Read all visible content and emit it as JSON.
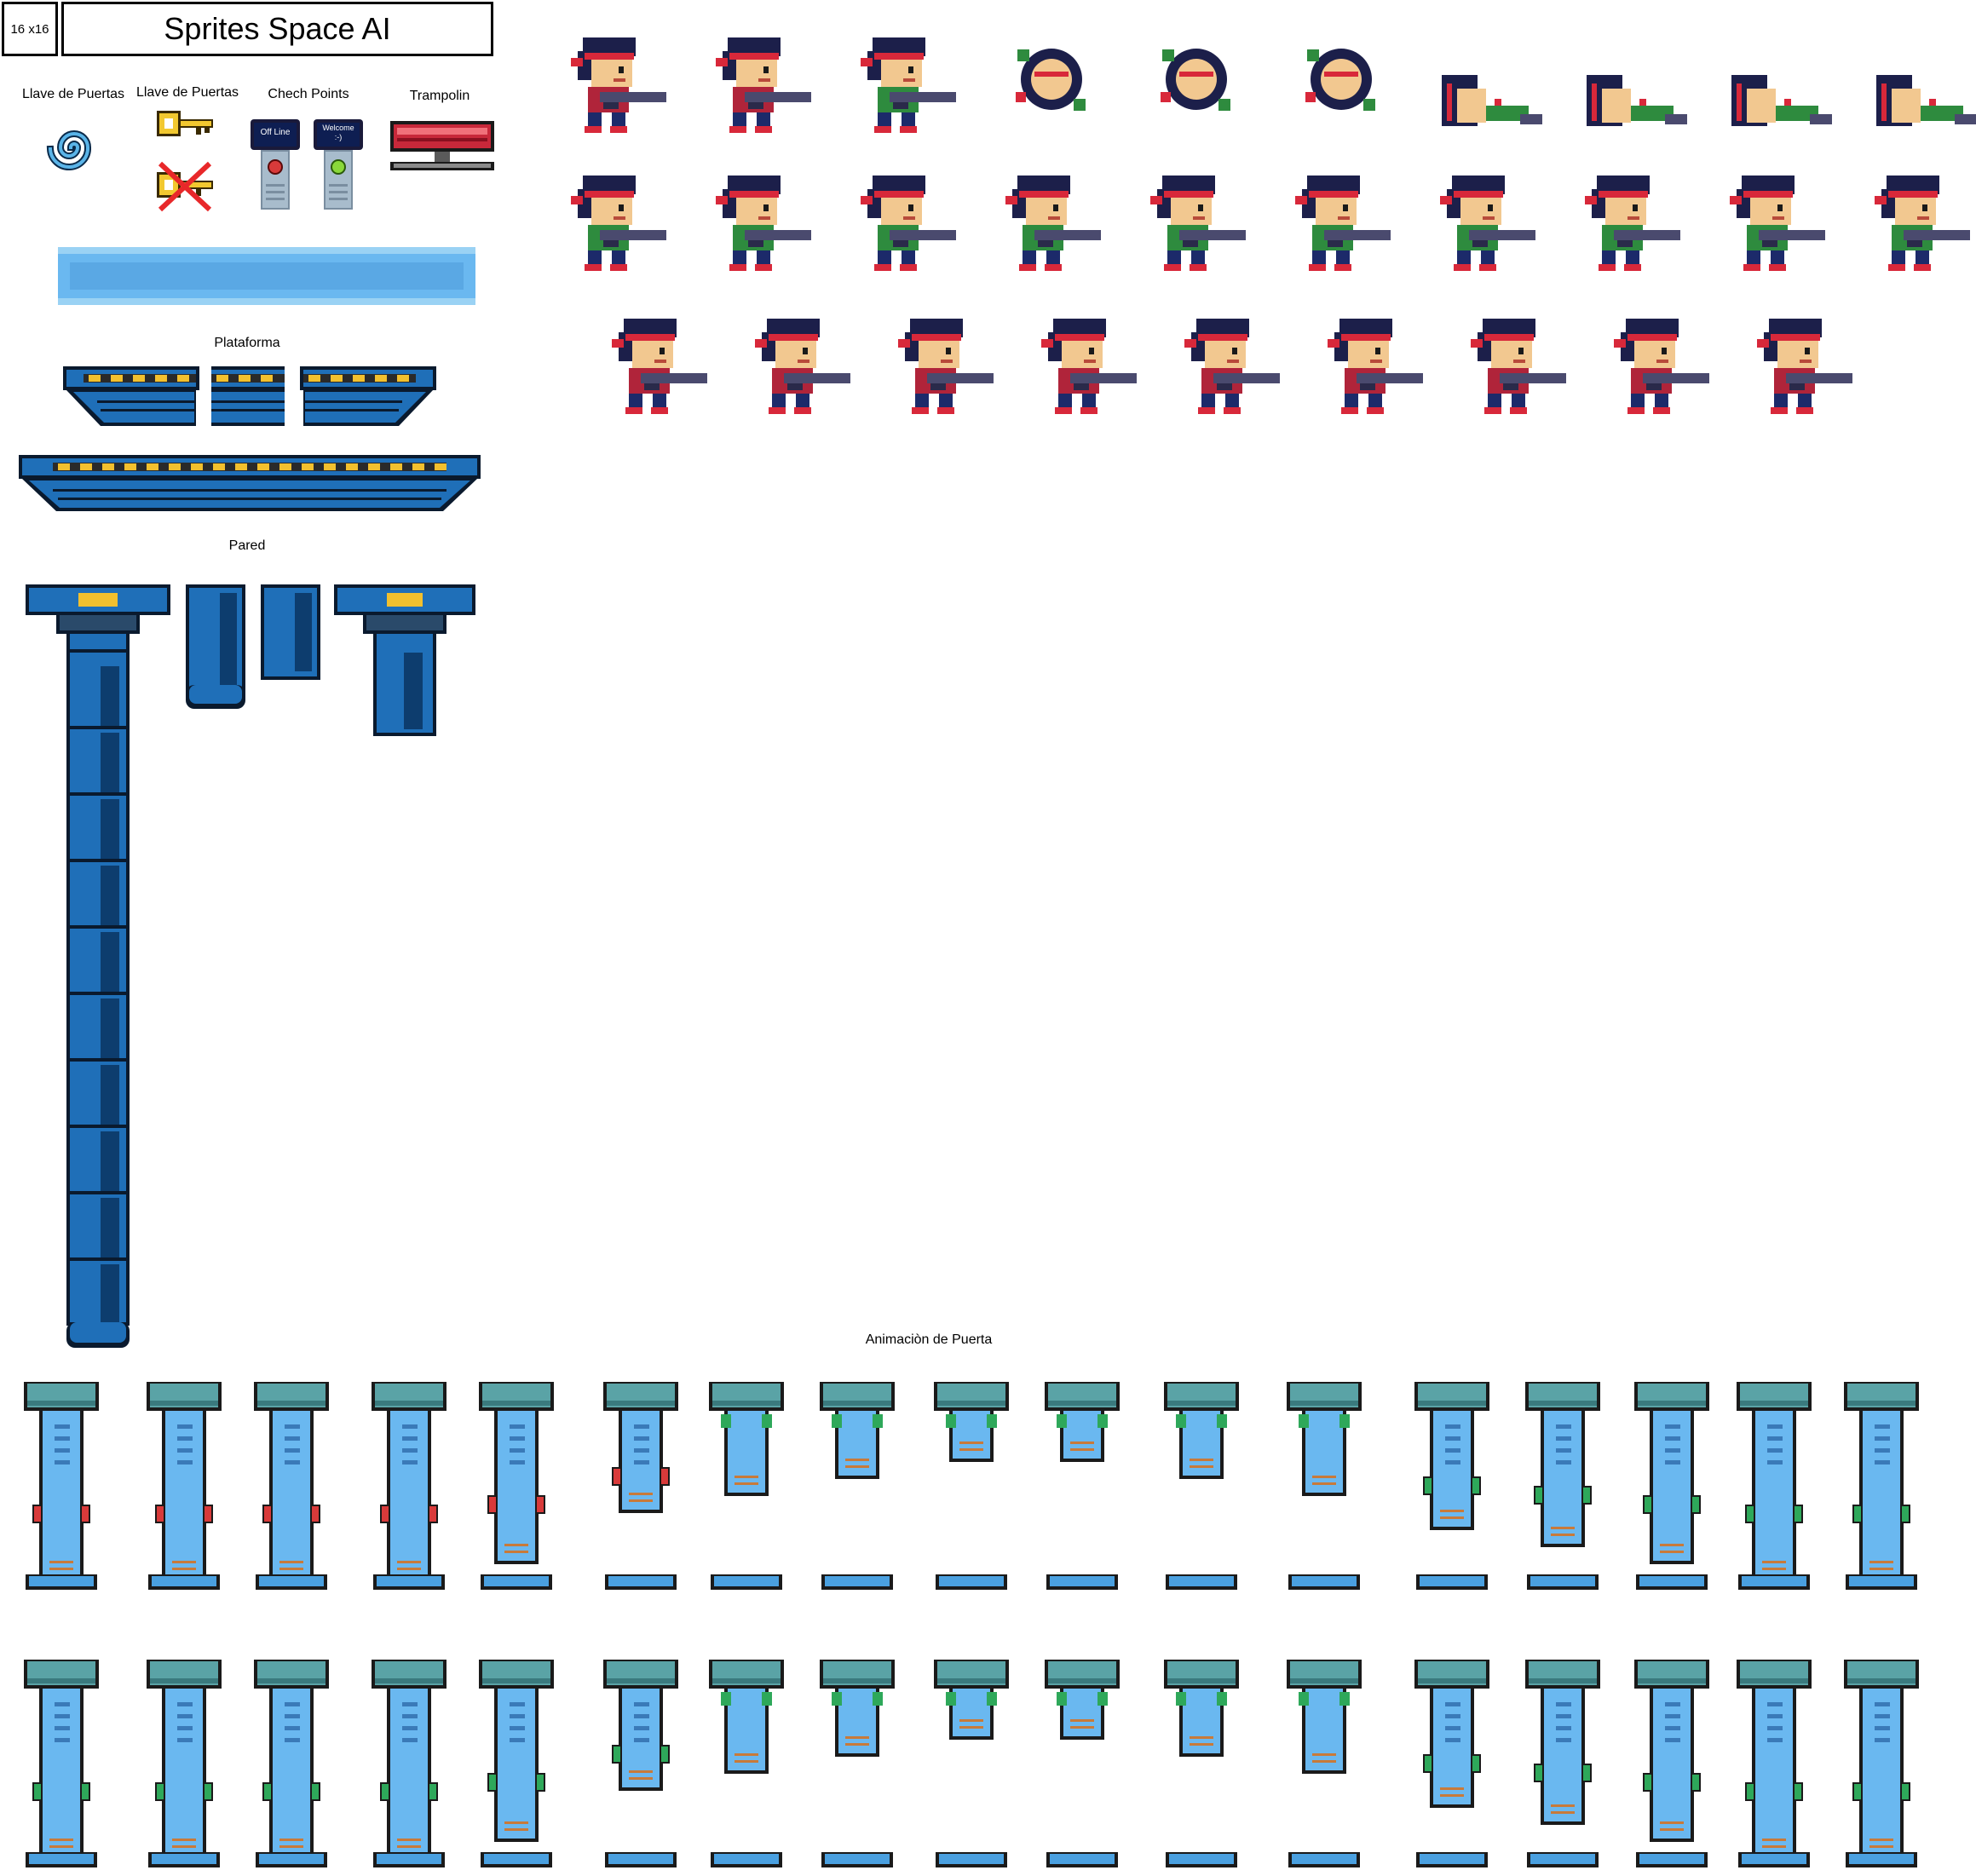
{
  "sheet": {
    "size_label": "16 x16",
    "title": "Sprites Space AI"
  },
  "labels": {
    "key_blue": "Llave de Puertas",
    "key_gold": "Llave de Puertas",
    "checkpoints": "Chech Points",
    "trampoline": "Trampolin",
    "platform": "Plataforma",
    "wall": "Pared",
    "door_animation": "Animaciòn de Puerta"
  },
  "checkpoints": {
    "offline_text": "Off Line",
    "welcome_text": "Welcome",
    "welcome_smiley": ":-)"
  },
  "colors": {
    "hair": "#1c1f4a",
    "headband": "#d8283a",
    "skin": "#f2c890",
    "shirt_green": "#2e8b3e",
    "shirt_red": "#b0243a",
    "gun": "#4a4a6e",
    "wall_blue": "#1f6fb8",
    "wall_dark": "#0d3d6e",
    "door_teal": "#5aa3a6",
    "door_light": "#6ab8f0",
    "light_red": "#d83a3a",
    "light_green": "#2ea85a",
    "hazard_yellow": "#f2c02e",
    "trampoline_red": "#c8283a",
    "key_gold": "#f2c830"
  },
  "hero_frames": {
    "row1_count": 10,
    "row2_count": 10,
    "row3_count": 9
  },
  "door_frames": {
    "per_row": 17,
    "rows": 2
  }
}
